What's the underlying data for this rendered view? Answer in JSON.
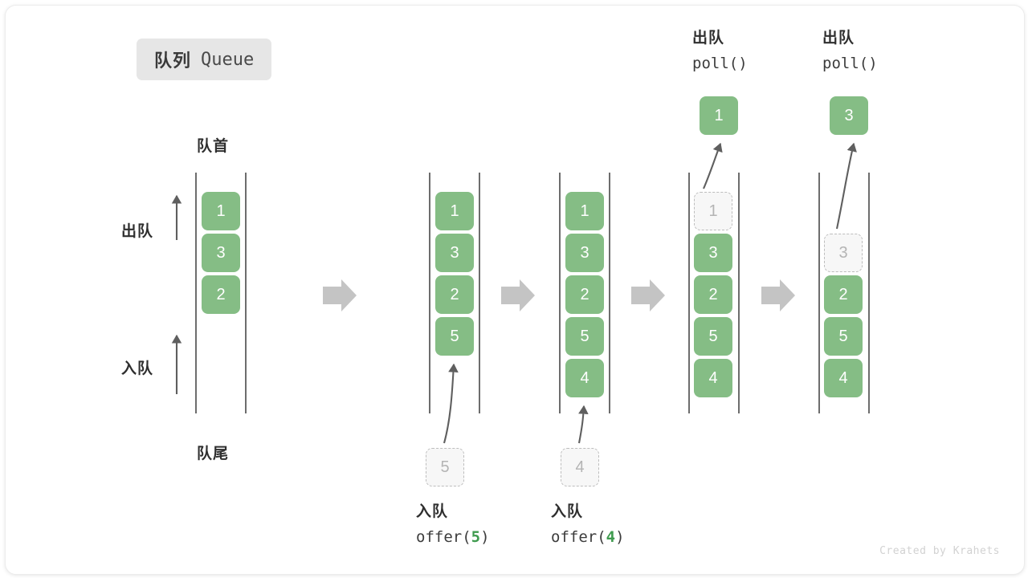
{
  "figure": {
    "title_cn": "队列",
    "title_en": "Queue",
    "head_label": "队首",
    "tail_label": "队尾",
    "dequeue_label": "出队",
    "enqueue_label": "入队",
    "footer": "Created by Krahets"
  },
  "colors": {
    "element": "#85bd85",
    "ghost_fill": "#f7f7f7",
    "ghost_border": "#bdbdbd",
    "channel": "#6d6d6d",
    "arrow": "#5f5f5f",
    "flow_arrow": "#c4c4c4",
    "badge_bg": "#e6e6e6",
    "text": "#2f2f2f",
    "arg_green": "#3f9b4f",
    "footer_text": "#d2d2d2"
  },
  "chart_data": {
    "type": "diagram",
    "title": "队列 Queue",
    "stages": [
      {
        "id": "stage-1",
        "items": [
          "1",
          "3",
          "2"
        ],
        "ghost": null,
        "popped": null,
        "op_cn": null,
        "op_code": null,
        "op_arg": null
      },
      {
        "id": "stage-2",
        "items": [
          "1",
          "3",
          "2",
          "5"
        ],
        "ghost": "5",
        "ghost_position": "below",
        "popped": null,
        "op_cn": "入队",
        "op_code_prefix": "offer(",
        "op_arg": "5",
        "op_code_suffix": ")"
      },
      {
        "id": "stage-3",
        "items": [
          "1",
          "3",
          "2",
          "5",
          "4"
        ],
        "ghost": "4",
        "ghost_position": "below",
        "popped": null,
        "op_cn": "入队",
        "op_code_prefix": "offer(",
        "op_arg": "4",
        "op_code_suffix": ")"
      },
      {
        "id": "stage-4",
        "items": [
          "3",
          "2",
          "5",
          "4"
        ],
        "ghost": "1",
        "ghost_position": "slot0",
        "popped": "1",
        "op_cn": "出队",
        "op_code_prefix": "poll(",
        "op_arg": "",
        "op_code_suffix": ")"
      },
      {
        "id": "stage-5",
        "items": [
          "2",
          "5",
          "4"
        ],
        "ghost": "3",
        "ghost_position": "slot1",
        "popped": "3",
        "op_cn": "出队",
        "op_code_prefix": "poll(",
        "op_arg": "",
        "op_code_suffix": ")"
      }
    ],
    "flow_arrow_count": 4,
    "annotations": [
      "队首",
      "队尾",
      "出队",
      "入队"
    ]
  },
  "stage1": {
    "boxes": [
      "1",
      "3",
      "2"
    ]
  },
  "stage2": {
    "boxes": [
      "1",
      "3",
      "2",
      "5"
    ],
    "ghost": "5",
    "op_cn": "入队",
    "op_prefix": "offer(",
    "op_arg": "5",
    "op_suffix": ")"
  },
  "stage3": {
    "boxes": [
      "1",
      "3",
      "2",
      "5",
      "4"
    ],
    "ghost": "4",
    "op_cn": "入队",
    "op_prefix": "offer(",
    "op_arg": "4",
    "op_suffix": ")"
  },
  "stage4": {
    "boxes": [
      "3",
      "2",
      "5",
      "4"
    ],
    "ghost": "1",
    "popped": "1",
    "op_cn": "出队",
    "op_code": "poll()"
  },
  "stage5": {
    "boxes": [
      "2",
      "5",
      "4"
    ],
    "ghost": "3",
    "popped": "3",
    "op_cn": "出队",
    "op_code": "poll()"
  }
}
